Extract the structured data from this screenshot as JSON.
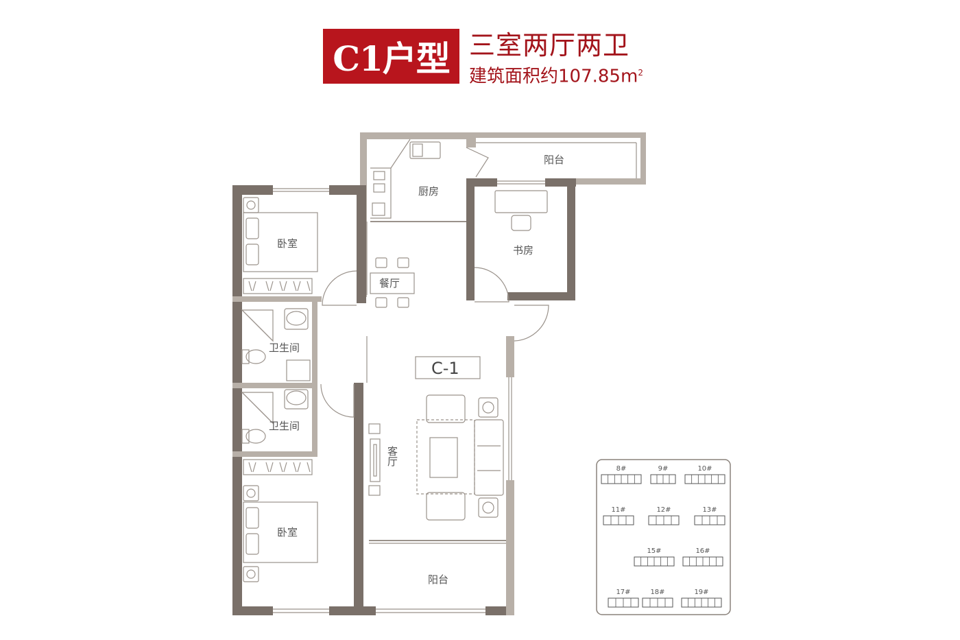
{
  "header": {
    "badge": "C1户型",
    "subtitle": "三室两厅两卫",
    "area_label": "建筑面积约107.85",
    "area_unit": "m",
    "area_unit_sup": "2"
  },
  "plan": {
    "unit_code": "C-1",
    "rooms": {
      "balcony_top": "阳台",
      "kitchen": "厨房",
      "study": "书房",
      "bedroom_top": "卧室",
      "dining": "餐厅",
      "bath_1": "卫生间",
      "bath_2": "卫生间",
      "living": "客厅",
      "bedroom_bottom": "卧室",
      "balcony_bottom": "阳台"
    }
  },
  "key_plan": {
    "buildings": [
      "8#",
      "9#",
      "10#",
      "11#",
      "12#",
      "13#",
      "15#",
      "16#",
      "17#",
      "18#",
      "19#"
    ]
  }
}
